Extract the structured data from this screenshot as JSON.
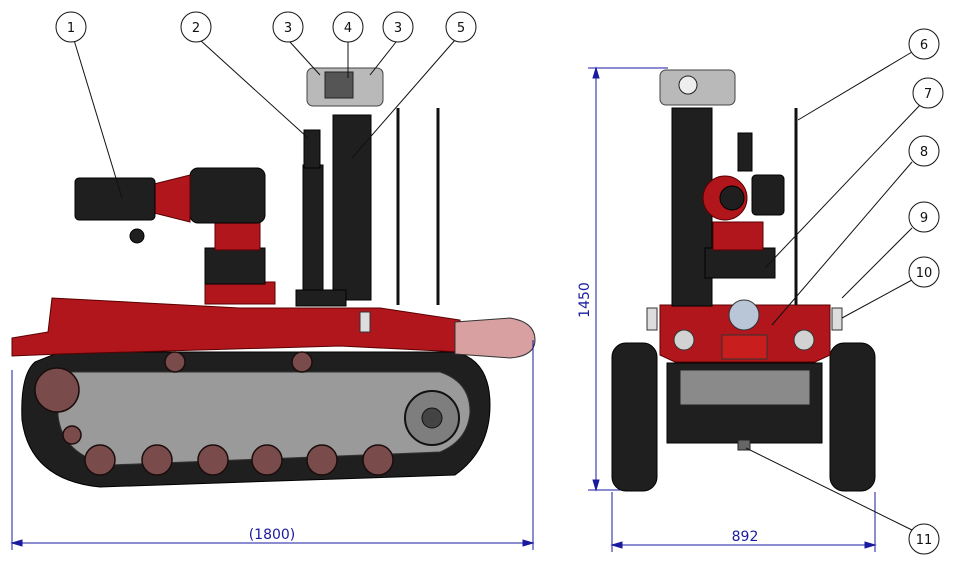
{
  "dimensions": {
    "length": "(1800)",
    "height": "1450",
    "width": "892"
  },
  "callouts": [
    {
      "label": "1"
    },
    {
      "label": "2"
    },
    {
      "label": "3"
    },
    {
      "label": "4"
    },
    {
      "label": "3"
    },
    {
      "label": "5"
    },
    {
      "label": "6"
    },
    {
      "label": "7"
    },
    {
      "label": "8"
    },
    {
      "label": "9"
    },
    {
      "label": "10"
    },
    {
      "label": "11"
    }
  ],
  "colors": {
    "body_red": "#b0161b",
    "dimension_blue": "#1a1aa0",
    "dark_metal": "#1f1f1f"
  }
}
